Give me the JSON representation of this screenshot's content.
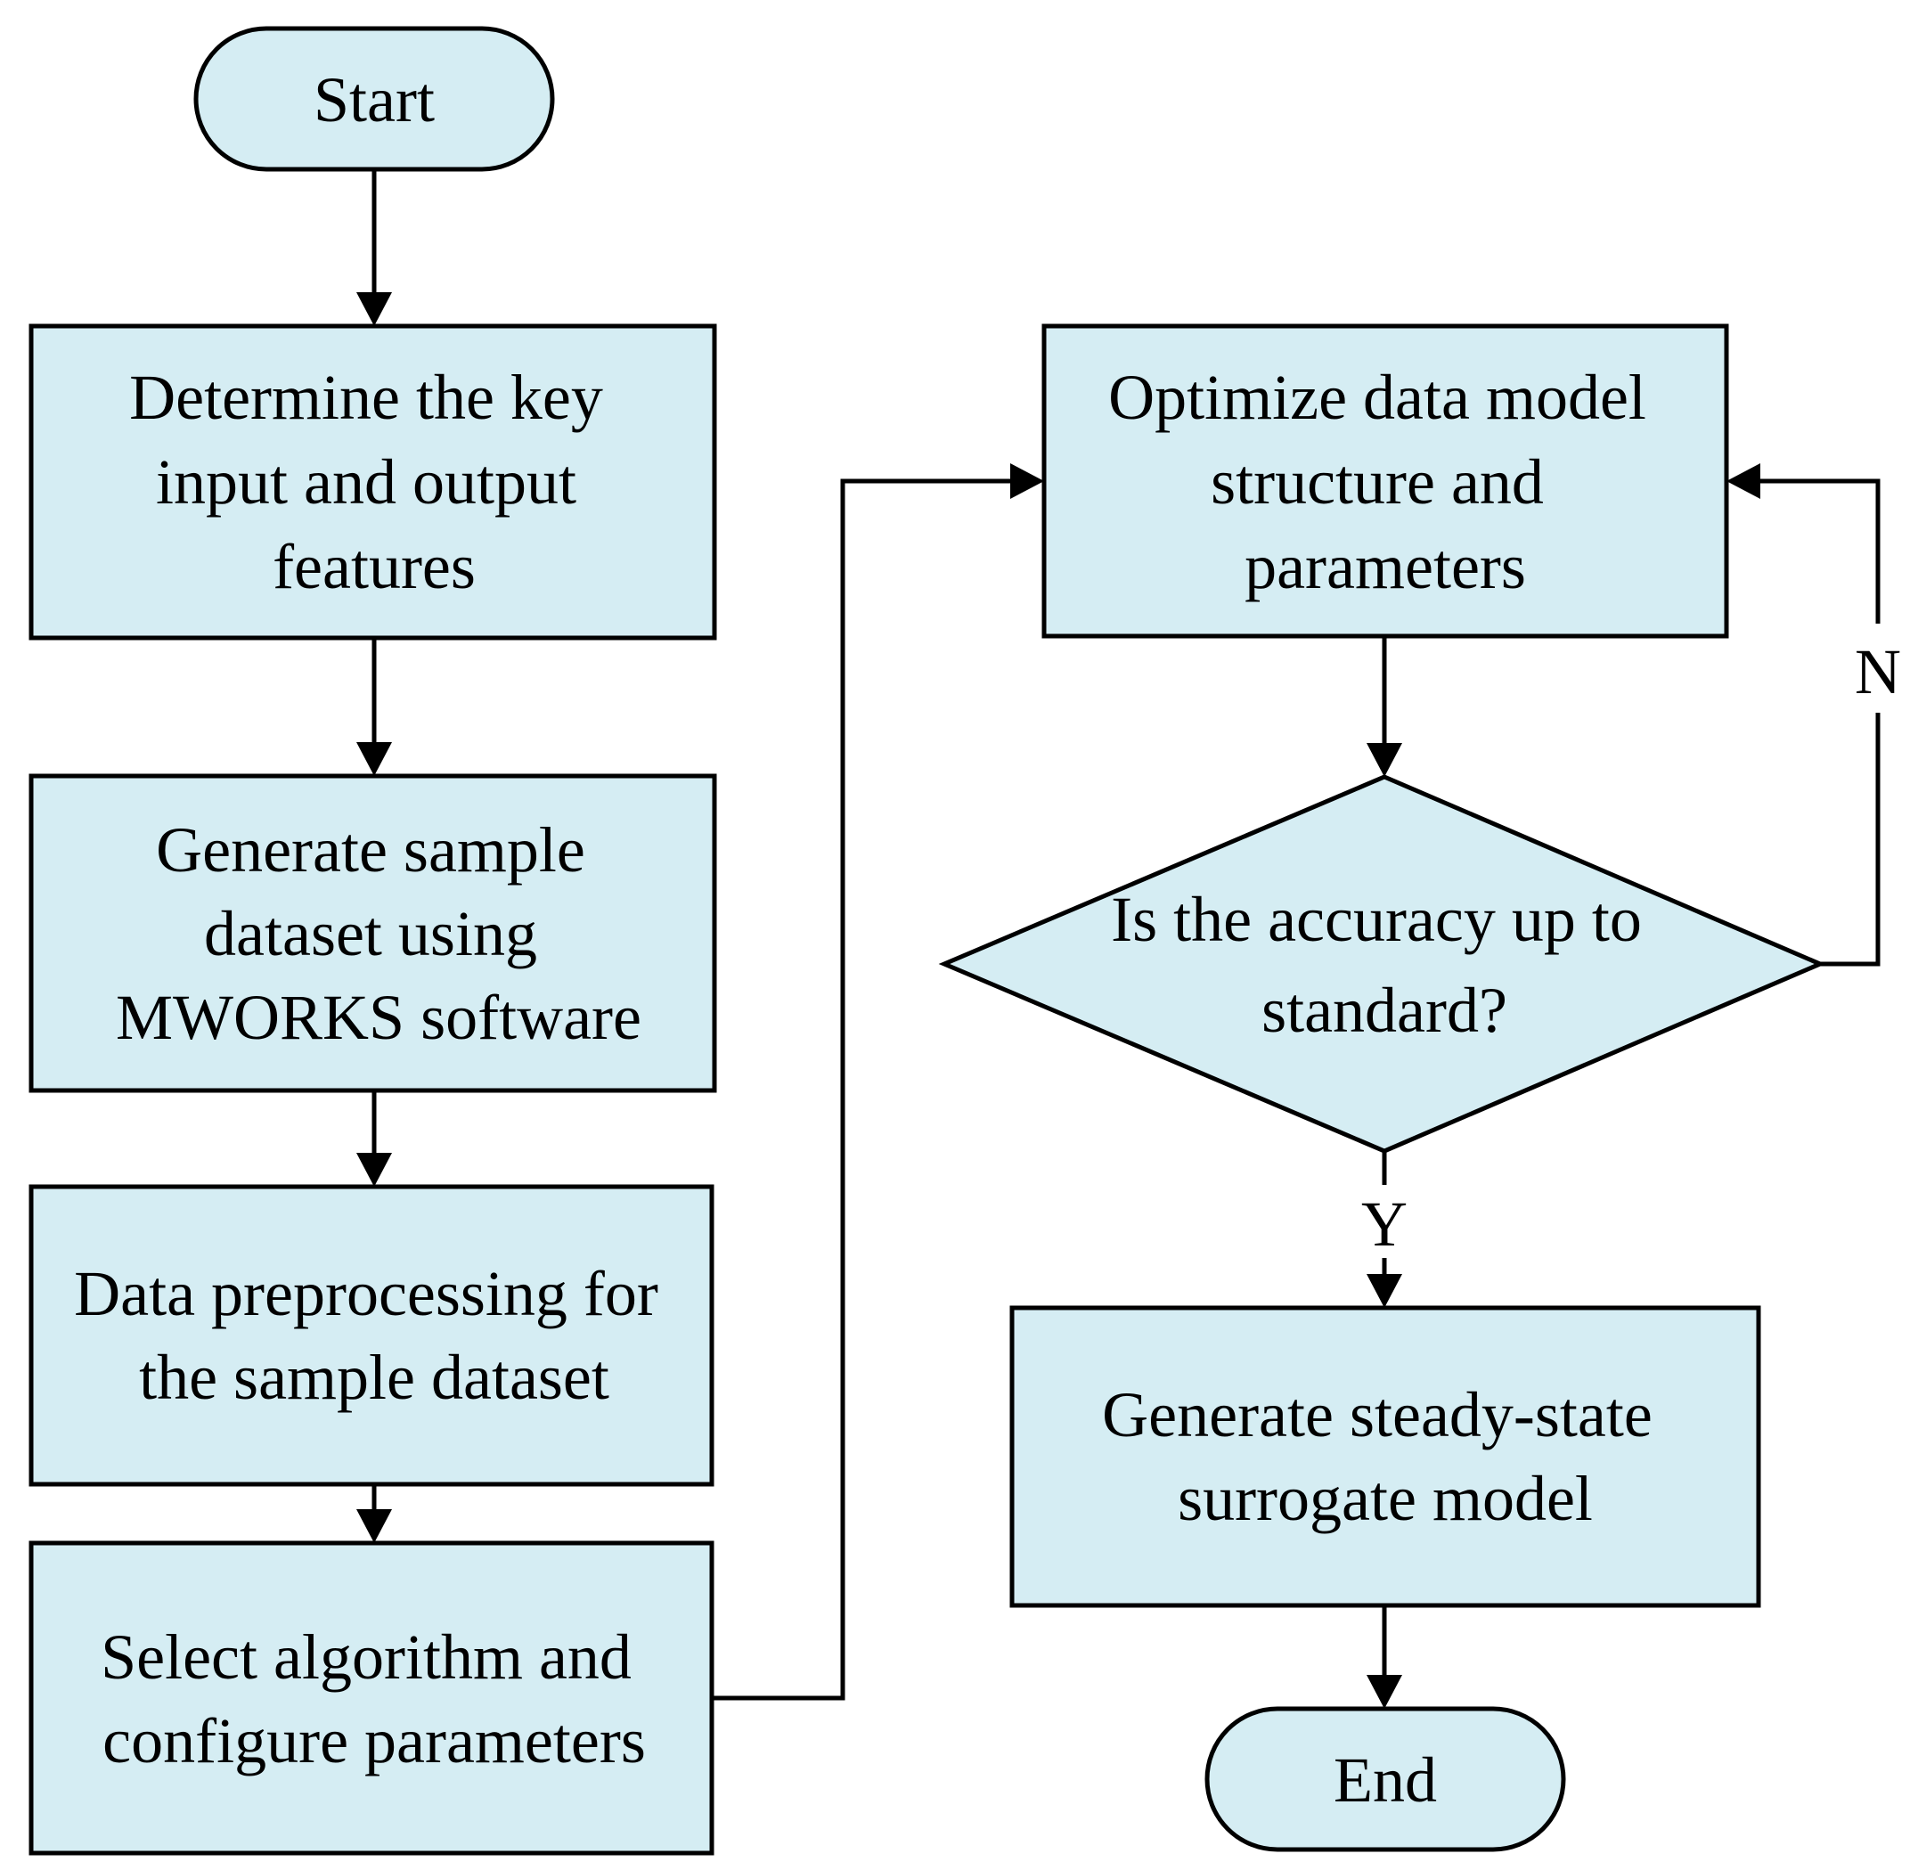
{
  "nodes": {
    "start": {
      "lines": [
        "Start"
      ]
    },
    "determine": {
      "lines": [
        "Determine the key",
        "input and output",
        "features"
      ]
    },
    "generate_sample": {
      "lines": [
        "Generate sample",
        "dataset using",
        "MWORKS software"
      ]
    },
    "preprocess": {
      "lines": [
        "Data preprocessing for",
        "the sample dataset"
      ]
    },
    "select_algorithm": {
      "lines": [
        "Select algorithm and",
        "configure parameters"
      ]
    },
    "optimize": {
      "lines": [
        "Optimize data model",
        "structure and",
        "parameters"
      ]
    },
    "accuracy_check": {
      "lines": [
        "Is the accuracy up to",
        "standard?"
      ]
    },
    "generate_surrogate": {
      "lines": [
        "Generate steady-state",
        "surrogate model"
      ]
    },
    "end": {
      "lines": [
        "End"
      ]
    }
  },
  "edges": {
    "no_label": "N",
    "yes_label": "Y"
  },
  "colors": {
    "node_fill": "#d5edf3",
    "stroke": "#000000"
  }
}
